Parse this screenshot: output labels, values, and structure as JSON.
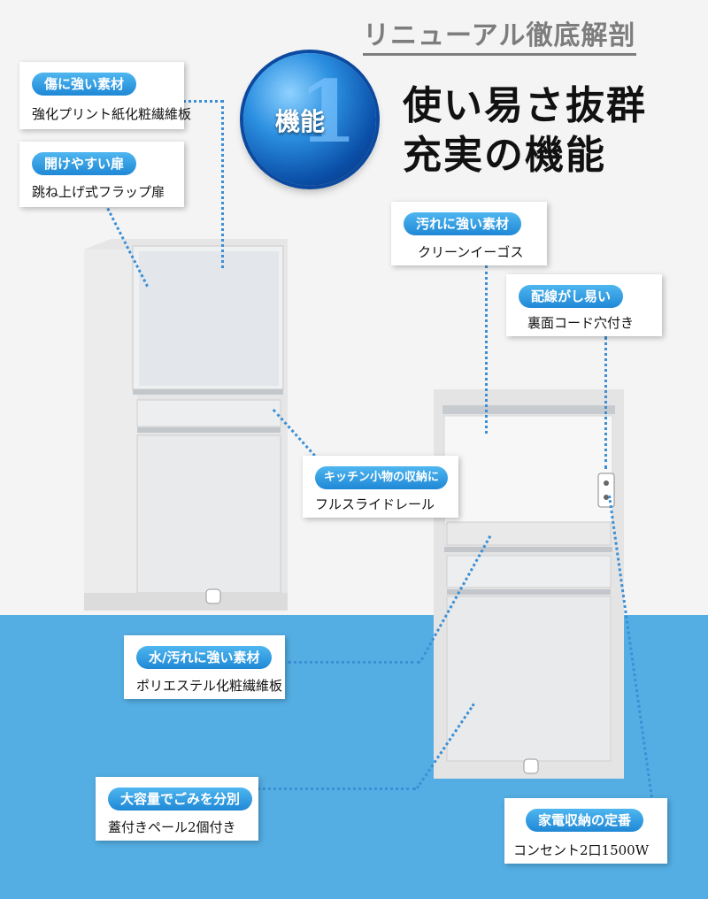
{
  "header": {
    "title": "リニューアル徹底解剖"
  },
  "badge": {
    "number": "1",
    "label": "機能"
  },
  "headline": {
    "line1": "使い易さ抜群",
    "line2": "充実の機能"
  },
  "callouts": [
    {
      "tag": "傷に強い素材",
      "text": "強化プリント紙化粧繊維板"
    },
    {
      "tag": "開けやすい扉",
      "text": "跳ね上げ式フラップ扉"
    },
    {
      "tag": "汚れに強い素材",
      "text": "クリーンイーゴス"
    },
    {
      "tag": "配線がし易い",
      "text": "裏面コード穴付き"
    },
    {
      "tag": "キッチン小物の収納に",
      "text": "フルスライドレール"
    },
    {
      "tag": "水/汚れに強い素材",
      "text": "ポリエステル化粧繊維板"
    },
    {
      "tag": "大容量でごみを分別",
      "text": "蓋付きペール2個付き"
    },
    {
      "tag": "家電収納の定番",
      "text": "コンセント2口1500W"
    }
  ],
  "colors": {
    "accent": "#1f88d6",
    "bottom_band": "#54aee3",
    "title_gray": "#7d7d7d"
  }
}
